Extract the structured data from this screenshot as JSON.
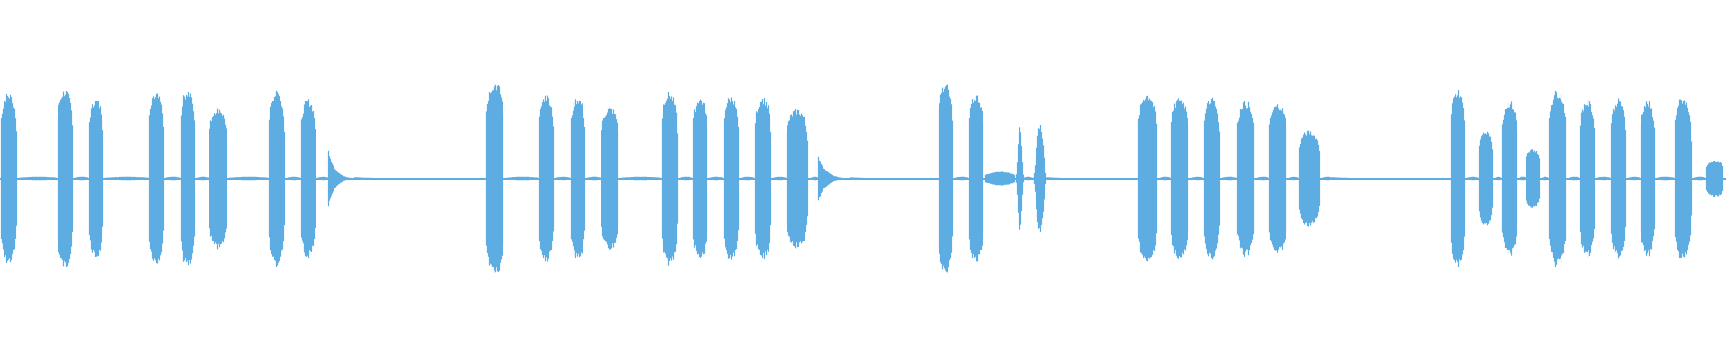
{
  "waveform": {
    "color": "#5dade2",
    "background": "#ffffff",
    "duration_fraction_segments": [
      {
        "name": "block-1",
        "groups": [
          {
            "s": 0.0,
            "e": 0.011,
            "a": 0.86,
            "shape": "tone"
          },
          {
            "s": 0.011,
            "e": 0.033,
            "a": 0.03,
            "shape": "quiet"
          },
          {
            "s": 0.033,
            "e": 0.043,
            "a": 0.9,
            "shape": "tone"
          },
          {
            "s": 0.043,
            "e": 0.051,
            "a": 0.03,
            "shape": "quiet"
          },
          {
            "s": 0.051,
            "e": 0.061,
            "a": 0.8,
            "shape": "tone"
          },
          {
            "s": 0.061,
            "e": 0.086,
            "a": 0.03,
            "shape": "quiet"
          },
          {
            "s": 0.086,
            "e": 0.096,
            "a": 0.86,
            "shape": "tone"
          },
          {
            "s": 0.096,
            "e": 0.104,
            "a": 0.03,
            "shape": "quiet"
          },
          {
            "s": 0.104,
            "e": 0.114,
            "a": 0.89,
            "shape": "tone"
          },
          {
            "s": 0.114,
            "e": 0.121,
            "a": 0.03,
            "shape": "quiet"
          },
          {
            "s": 0.121,
            "e": 0.133,
            "a": 0.72,
            "shape": "tone"
          },
          {
            "s": 0.133,
            "e": 0.155,
            "a": 0.03,
            "shape": "quiet"
          },
          {
            "s": 0.155,
            "e": 0.166,
            "a": 0.88,
            "shape": "tone"
          },
          {
            "s": 0.166,
            "e": 0.174,
            "a": 0.03,
            "shape": "quiet"
          },
          {
            "s": 0.174,
            "e": 0.184,
            "a": 0.8,
            "shape": "tone"
          },
          {
            "s": 0.184,
            "e": 0.19,
            "a": 0.03,
            "shape": "quiet"
          },
          {
            "s": 0.19,
            "e": 0.205,
            "a": 0.28,
            "shape": "decay"
          },
          {
            "s": 0.205,
            "e": 0.28,
            "a": 0.02,
            "shape": "tail"
          }
        ]
      },
      {
        "name": "block-2",
        "groups": [
          {
            "s": 0.281,
            "e": 0.293,
            "a": 0.98,
            "shape": "tone"
          },
          {
            "s": 0.293,
            "e": 0.312,
            "a": 0.03,
            "shape": "quiet"
          },
          {
            "s": 0.312,
            "e": 0.322,
            "a": 0.85,
            "shape": "tone"
          },
          {
            "s": 0.322,
            "e": 0.33,
            "a": 0.03,
            "shape": "quiet"
          },
          {
            "s": 0.33,
            "e": 0.34,
            "a": 0.82,
            "shape": "tone"
          },
          {
            "s": 0.34,
            "e": 0.348,
            "a": 0.03,
            "shape": "quiet"
          },
          {
            "s": 0.348,
            "e": 0.36,
            "a": 0.72,
            "shape": "tone"
          },
          {
            "s": 0.36,
            "e": 0.383,
            "a": 0.03,
            "shape": "quiet"
          },
          {
            "s": 0.383,
            "e": 0.394,
            "a": 0.87,
            "shape": "tone"
          },
          {
            "s": 0.394,
            "e": 0.401,
            "a": 0.03,
            "shape": "quiet"
          },
          {
            "s": 0.401,
            "e": 0.411,
            "a": 0.82,
            "shape": "tone"
          },
          {
            "s": 0.411,
            "e": 0.419,
            "a": 0.03,
            "shape": "quiet"
          },
          {
            "s": 0.419,
            "e": 0.429,
            "a": 0.83,
            "shape": "tone"
          },
          {
            "s": 0.429,
            "e": 0.437,
            "a": 0.03,
            "shape": "quiet"
          },
          {
            "s": 0.437,
            "e": 0.448,
            "a": 0.82,
            "shape": "tone"
          },
          {
            "s": 0.448,
            "e": 0.455,
            "a": 0.03,
            "shape": "quiet"
          },
          {
            "s": 0.455,
            "e": 0.47,
            "a": 0.7,
            "shape": "tone"
          },
          {
            "s": 0.47,
            "e": 0.474,
            "a": 0.03,
            "shape": "quiet"
          },
          {
            "s": 0.474,
            "e": 0.492,
            "a": 0.22,
            "shape": "decay"
          },
          {
            "s": 0.492,
            "e": 0.543,
            "a": 0.02,
            "shape": "tail"
          }
        ]
      },
      {
        "name": "block-3",
        "groups": [
          {
            "s": 0.543,
            "e": 0.553,
            "a": 0.95,
            "shape": "tone"
          },
          {
            "s": 0.553,
            "e": 0.561,
            "a": 0.03,
            "shape": "quiet"
          },
          {
            "s": 0.561,
            "e": 0.571,
            "a": 0.85,
            "shape": "tone"
          },
          {
            "s": 0.571,
            "e": 0.588,
            "a": 0.1,
            "shape": "quiet"
          },
          {
            "s": 0.588,
            "e": 0.593,
            "a": 0.56,
            "shape": "spike"
          },
          {
            "s": 0.593,
            "e": 0.598,
            "a": 0.03,
            "shape": "quiet"
          },
          {
            "s": 0.598,
            "e": 0.607,
            "a": 0.55,
            "shape": "spike"
          },
          {
            "s": 0.607,
            "e": 0.66,
            "a": 0.02,
            "shape": "tail"
          }
        ]
      },
      {
        "name": "block-4",
        "groups": [
          {
            "s": 0.659,
            "e": 0.672,
            "a": 0.86,
            "shape": "tone"
          },
          {
            "s": 0.672,
            "e": 0.678,
            "a": 0.03,
            "shape": "quiet"
          },
          {
            "s": 0.678,
            "e": 0.69,
            "a": 0.82,
            "shape": "tone"
          },
          {
            "s": 0.69,
            "e": 0.697,
            "a": 0.03,
            "shape": "quiet"
          },
          {
            "s": 0.697,
            "e": 0.708,
            "a": 0.82,
            "shape": "tone"
          },
          {
            "s": 0.708,
            "e": 0.716,
            "a": 0.03,
            "shape": "quiet"
          },
          {
            "s": 0.716,
            "e": 0.728,
            "a": 0.78,
            "shape": "tone"
          },
          {
            "s": 0.728,
            "e": 0.735,
            "a": 0.03,
            "shape": "quiet"
          },
          {
            "s": 0.735,
            "e": 0.747,
            "a": 0.76,
            "shape": "tone"
          },
          {
            "s": 0.747,
            "e": 0.752,
            "a": 0.03,
            "shape": "quiet"
          },
          {
            "s": 0.752,
            "e": 0.766,
            "a": 0.48,
            "shape": "tone"
          },
          {
            "s": 0.766,
            "e": 0.772,
            "a": 0.03,
            "shape": "quiet"
          },
          {
            "s": 0.772,
            "e": 0.84,
            "a": 0.02,
            "shape": "tail"
          }
        ]
      },
      {
        "name": "block-5",
        "groups": [
          {
            "s": 0.84,
            "e": 0.85,
            "a": 0.9,
            "shape": "tone"
          },
          {
            "s": 0.85,
            "e": 0.856,
            "a": 0.03,
            "shape": "quiet"
          },
          {
            "s": 0.856,
            "e": 0.866,
            "a": 0.48,
            "shape": "tone"
          },
          {
            "s": 0.866,
            "e": 0.87,
            "a": 0.03,
            "shape": "quiet"
          },
          {
            "s": 0.87,
            "e": 0.88,
            "a": 0.78,
            "shape": "tone"
          },
          {
            "s": 0.88,
            "e": 0.884,
            "a": 0.03,
            "shape": "quiet"
          },
          {
            "s": 0.884,
            "e": 0.893,
            "a": 0.3,
            "shape": "tone"
          },
          {
            "s": 0.893,
            "e": 0.897,
            "a": 0.03,
            "shape": "quiet"
          },
          {
            "s": 0.897,
            "e": 0.909,
            "a": 0.89,
            "shape": "tone"
          },
          {
            "s": 0.909,
            "e": 0.915,
            "a": 0.03,
            "shape": "quiet"
          },
          {
            "s": 0.915,
            "e": 0.925,
            "a": 0.79,
            "shape": "tone"
          },
          {
            "s": 0.925,
            "e": 0.933,
            "a": 0.03,
            "shape": "quiet"
          },
          {
            "s": 0.933,
            "e": 0.943,
            "a": 0.8,
            "shape": "tone"
          },
          {
            "s": 0.943,
            "e": 0.95,
            "a": 0.03,
            "shape": "quiet"
          },
          {
            "s": 0.95,
            "e": 0.96,
            "a": 0.78,
            "shape": "tone"
          },
          {
            "s": 0.96,
            "e": 0.97,
            "a": 0.03,
            "shape": "quiet"
          },
          {
            "s": 0.97,
            "e": 0.981,
            "a": 0.82,
            "shape": "tone"
          },
          {
            "s": 0.981,
            "e": 0.988,
            "a": 0.03,
            "shape": "quiet"
          },
          {
            "s": 0.988,
            "e": 1.0,
            "a": 0.18,
            "shape": "tone"
          }
        ]
      }
    ]
  }
}
